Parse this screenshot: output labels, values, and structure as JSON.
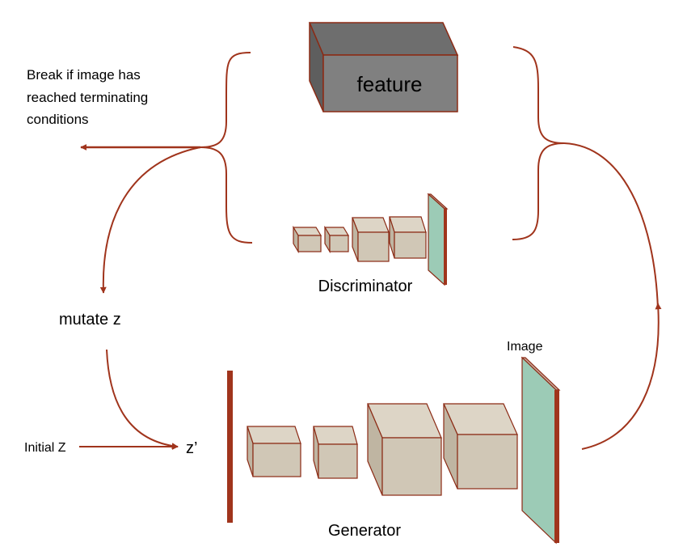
{
  "labels": {
    "feature": "feature",
    "break_line1": "Break if image has",
    "break_line2": "reached terminating",
    "break_line3": "conditions",
    "discriminator": "Discriminator",
    "mutate": "mutate z",
    "initial": "Initial Z",
    "zprime": "z’",
    "image": "Image",
    "generator": "Generator"
  },
  "colors": {
    "arrow": "#a0341c",
    "cube_face": "#d0c7b6",
    "cube_edge": "#8b2a14",
    "feature_face": "#808080",
    "image_face": "#9ccbb6"
  }
}
